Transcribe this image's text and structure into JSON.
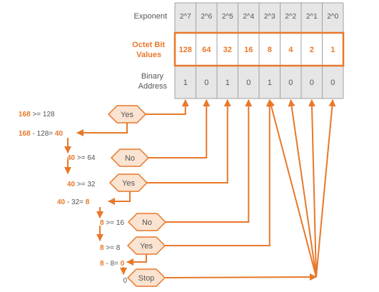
{
  "table": {
    "row_labels": {
      "exponent": "Exponent",
      "octet_line1": "Octet Bit",
      "octet_line2": "Values",
      "binary_line1": "Binary",
      "binary_line2": "Address"
    },
    "exponents": [
      "2^7",
      "2^6",
      "2^5",
      "2^4",
      "2^3",
      "2^2",
      "2^1",
      "2^0"
    ],
    "bit_values": [
      "128",
      "64",
      "32",
      "16",
      "8",
      "4",
      "2",
      "1"
    ],
    "binary_digits": [
      "1",
      "0",
      "1",
      "0",
      "1",
      "0",
      "0",
      "0"
    ]
  },
  "steps": [
    {
      "lead": "168",
      "rest": " >= 128"
    },
    {
      "lead": "168",
      "rest": " - 128= ",
      "result": "40"
    },
    {
      "lead": "40",
      "rest": " >= 64"
    },
    {
      "lead": "40",
      "rest": " >= 32"
    },
    {
      "lead": "40",
      "rest": " - 32= ",
      "result": "8"
    },
    {
      "lead": "8",
      "rest": " >= 16"
    },
    {
      "lead": "8",
      "rest": " >= 8"
    },
    {
      "lead": "8",
      "rest": " - 8= ",
      "result": "0"
    },
    {
      "lead": "",
      "rest": "0"
    }
  ],
  "decisions": [
    "Yes",
    "No",
    "Yes",
    "No",
    "Yes",
    "Stop"
  ],
  "colors": {
    "accent": "#e8782a",
    "accent_fill": "#fbe3d1",
    "cell_fill": "#e6e6e6",
    "grid_line": "#a0a0a0",
    "text_gray": "#555555"
  }
}
